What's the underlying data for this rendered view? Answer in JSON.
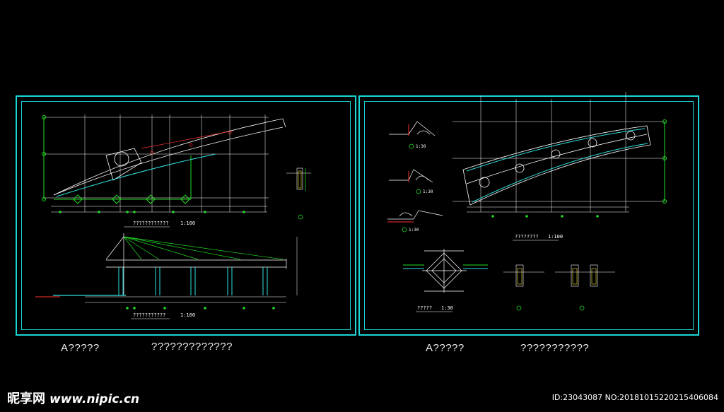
{
  "sheets": [
    {
      "caption_left": "A?????",
      "caption_right": "?????????????",
      "view_title_top": "????????????",
      "view_scale_top": "1:100",
      "view_title_bottom": "???????????",
      "view_scale_bottom": "1:100"
    },
    {
      "caption_left": "A?????",
      "caption_right": "???????????",
      "plan_title": "????????",
      "plan_scale": "1:100",
      "detail_title": "?????",
      "detail_scale": "1:30",
      "small_scales": [
        "1:30",
        "1:30",
        "1:30"
      ]
    }
  ],
  "watermark": {
    "site_name": "昵享网",
    "site_url": "www.nipic.cn",
    "id_text": "ID:23043087 NO:20181015220215406084"
  },
  "colors": {
    "frame": "#1bd6d6",
    "grid": "#ffffff",
    "green": "#22dd22",
    "cyan": "#2fe0e0",
    "red": "#ff3030",
    "yellow": "#f0e020"
  }
}
